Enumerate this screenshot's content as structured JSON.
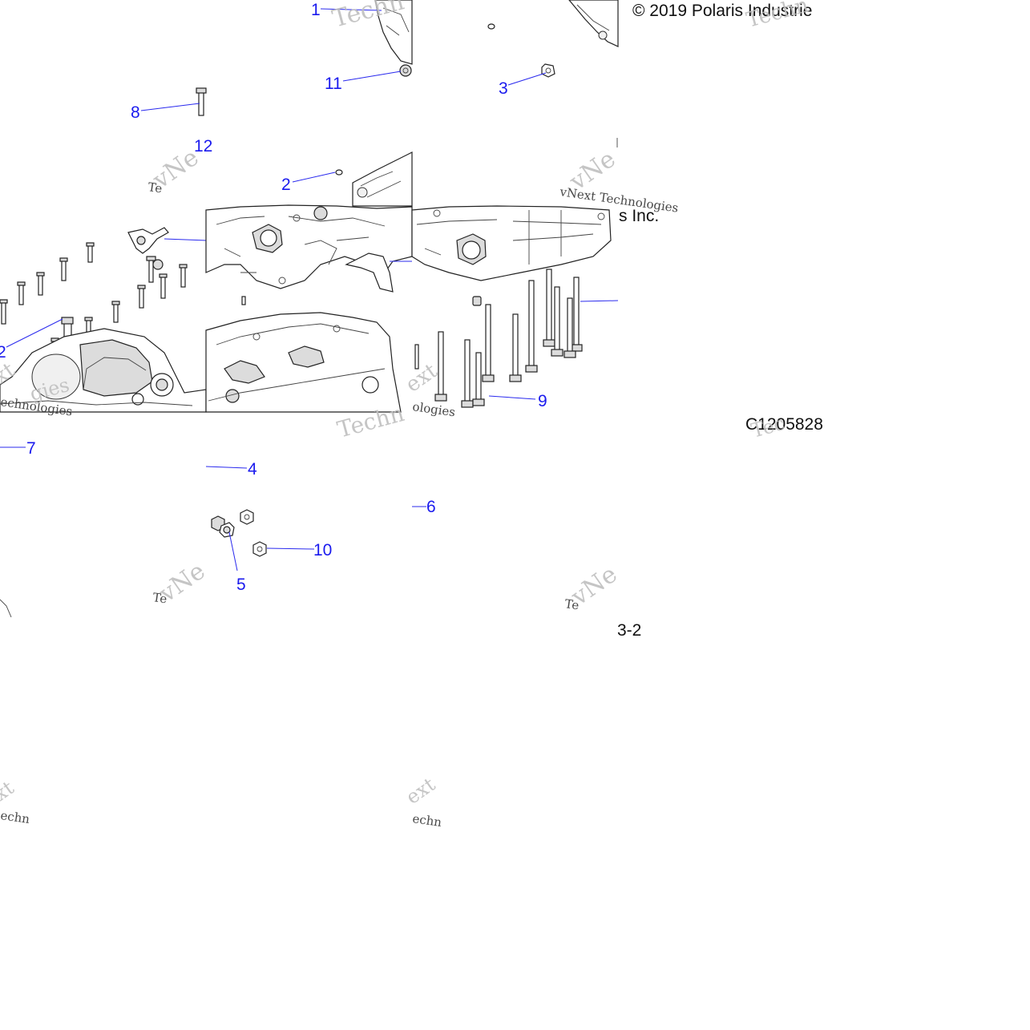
{
  "copyright": "© 2019 Polaris Industrie",
  "copyright_fragment": "s Inc.",
  "drawing_number": "C1205828",
  "page_fragment": "3-2",
  "watermark": {
    "brand": "vNext Technologies",
    "fragments": [
      "Techn",
      "vNe",
      "xt",
      "Te",
      "echn",
      "Technologies",
      "echnologies",
      "Technolog",
      "gies",
      "ext",
      "ologies",
      "Tec"
    ]
  },
  "callouts": [
    {
      "id": "c1",
      "label": "1"
    },
    {
      "id": "c11",
      "label": "11"
    },
    {
      "id": "c3",
      "label": "3"
    },
    {
      "id": "c8",
      "label": "8"
    },
    {
      "id": "c12a",
      "label": "12"
    },
    {
      "id": "c2a",
      "label": "2"
    },
    {
      "id": "c2b",
      "label": "2"
    },
    {
      "id": "c9",
      "label": "9"
    },
    {
      "id": "c7",
      "label": "7"
    },
    {
      "id": "c4",
      "label": "4"
    },
    {
      "id": "c6",
      "label": "6"
    },
    {
      "id": "c10",
      "label": "10"
    },
    {
      "id": "c5",
      "label": "5"
    }
  ]
}
